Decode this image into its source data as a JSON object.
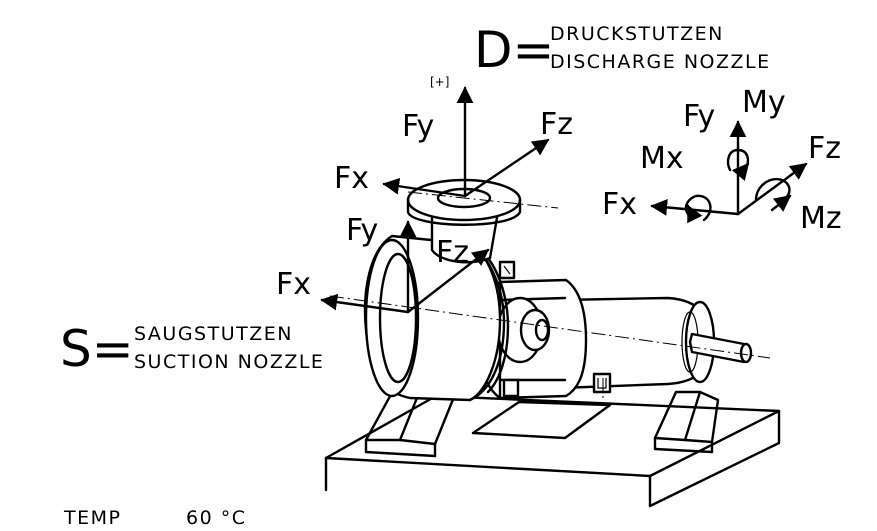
{
  "discharge": {
    "letter": "D=",
    "line1": "DRUCKSTUTZEN",
    "line2": "DISCHARGE NOZZLE",
    "sign": "[+]",
    "fy": "Fy",
    "fz": "Fz",
    "fx": "Fx"
  },
  "suction": {
    "letter": "S=",
    "line1": "SAUGSTUTZEN",
    "line2": "SUCTION NOZZLE",
    "fy": "Fy",
    "fz": "Fz",
    "fx": "Fx"
  },
  "legend": {
    "fy": "Fy",
    "my": "My",
    "mx": "Mx",
    "fz": "Fz",
    "fx": "Fx",
    "mz": "Mz"
  },
  "footer": {
    "temp_label": "TEMP",
    "temp_value": "60 °C"
  }
}
